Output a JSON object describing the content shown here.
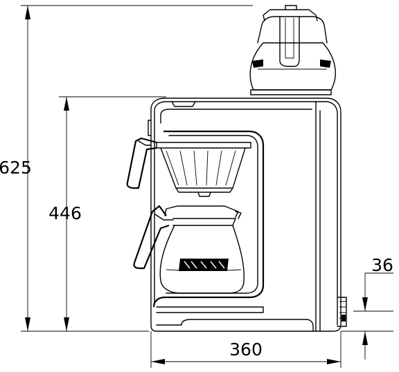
{
  "dimensions": {
    "total_height": "625",
    "body_height": "446",
    "width": "360",
    "foot_height": "36"
  },
  "colors": {
    "line": "#000000",
    "background": "#ffffff"
  }
}
